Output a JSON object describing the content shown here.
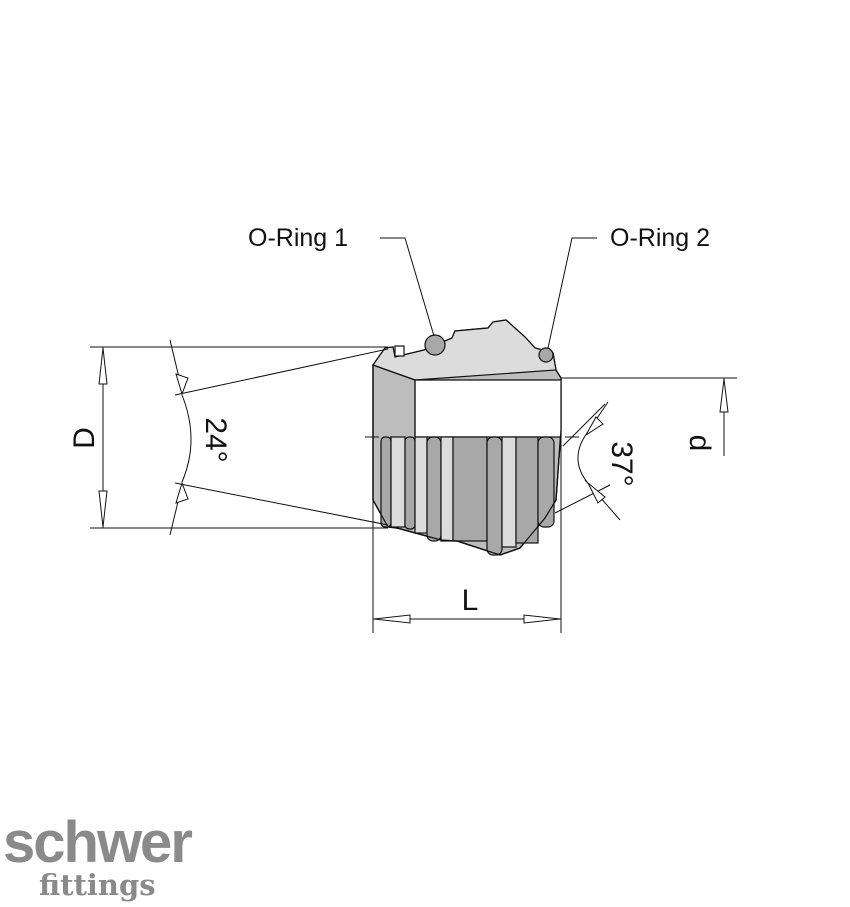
{
  "callouts": {
    "oring1": "O-Ring 1",
    "oring2": "O-Ring 2"
  },
  "dimensions": {
    "outer_diameter": "D",
    "inner_diameter": "d",
    "length": "L",
    "cone_angle": "24°",
    "flare_angle": "37°"
  },
  "logo": {
    "main": "schwer",
    "sub": "fittings"
  },
  "colors": {
    "body": "#bdbdbd",
    "logo": "#8a8a8a"
  }
}
